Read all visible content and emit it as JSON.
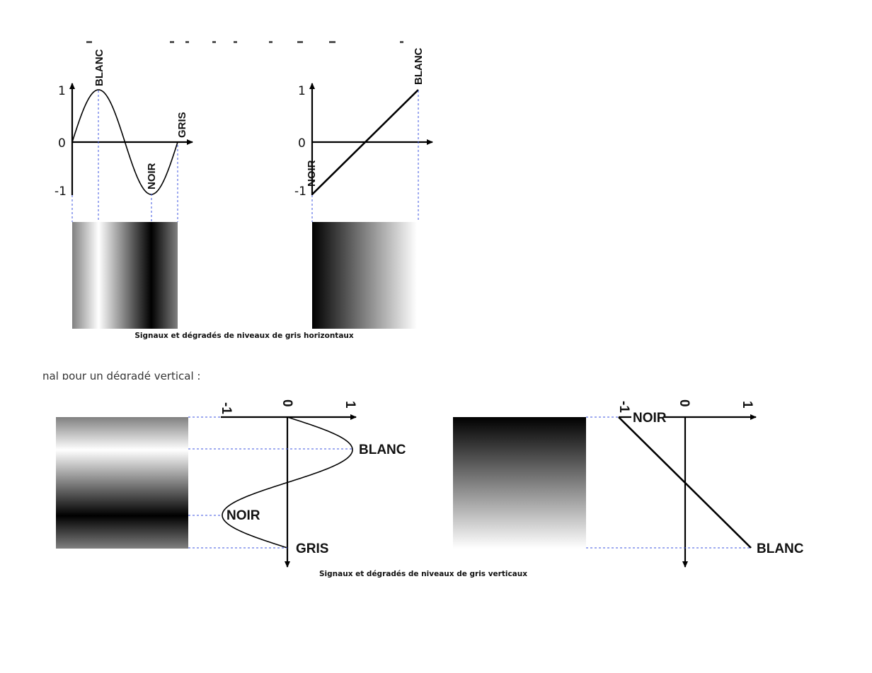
{
  "horizontal": {
    "caption": "Signaux et dégradés de niveaux de gris horizontaux",
    "sine": {
      "tick_top": "1",
      "tick_mid": "0",
      "tick_bottom": "-1",
      "label_max": "BLANC",
      "label_min": "NOIR",
      "label_end": "GRIS"
    },
    "ramp": {
      "tick_top": "1",
      "tick_mid": "0",
      "tick_bottom": "-1",
      "label_max": "BLANC",
      "label_min": "NOIR"
    }
  },
  "vertical": {
    "caption": "Signaux et dégradés de niveaux de gris verticaux",
    "cut_text": "nal pour un dégradé vertical :",
    "sine": {
      "tick_left": "-1",
      "tick_mid": "0",
      "tick_right": "1",
      "label_max": "BLANC",
      "label_min": "NOIR",
      "label_end": "GRIS"
    },
    "ramp": {
      "tick_left": "-1",
      "tick_mid": "0",
      "tick_right": "1",
      "label_max": "BLANC",
      "label_min": "NOIR"
    }
  },
  "colors": {
    "guide": "#3d55e0",
    "ink": "#000000"
  }
}
